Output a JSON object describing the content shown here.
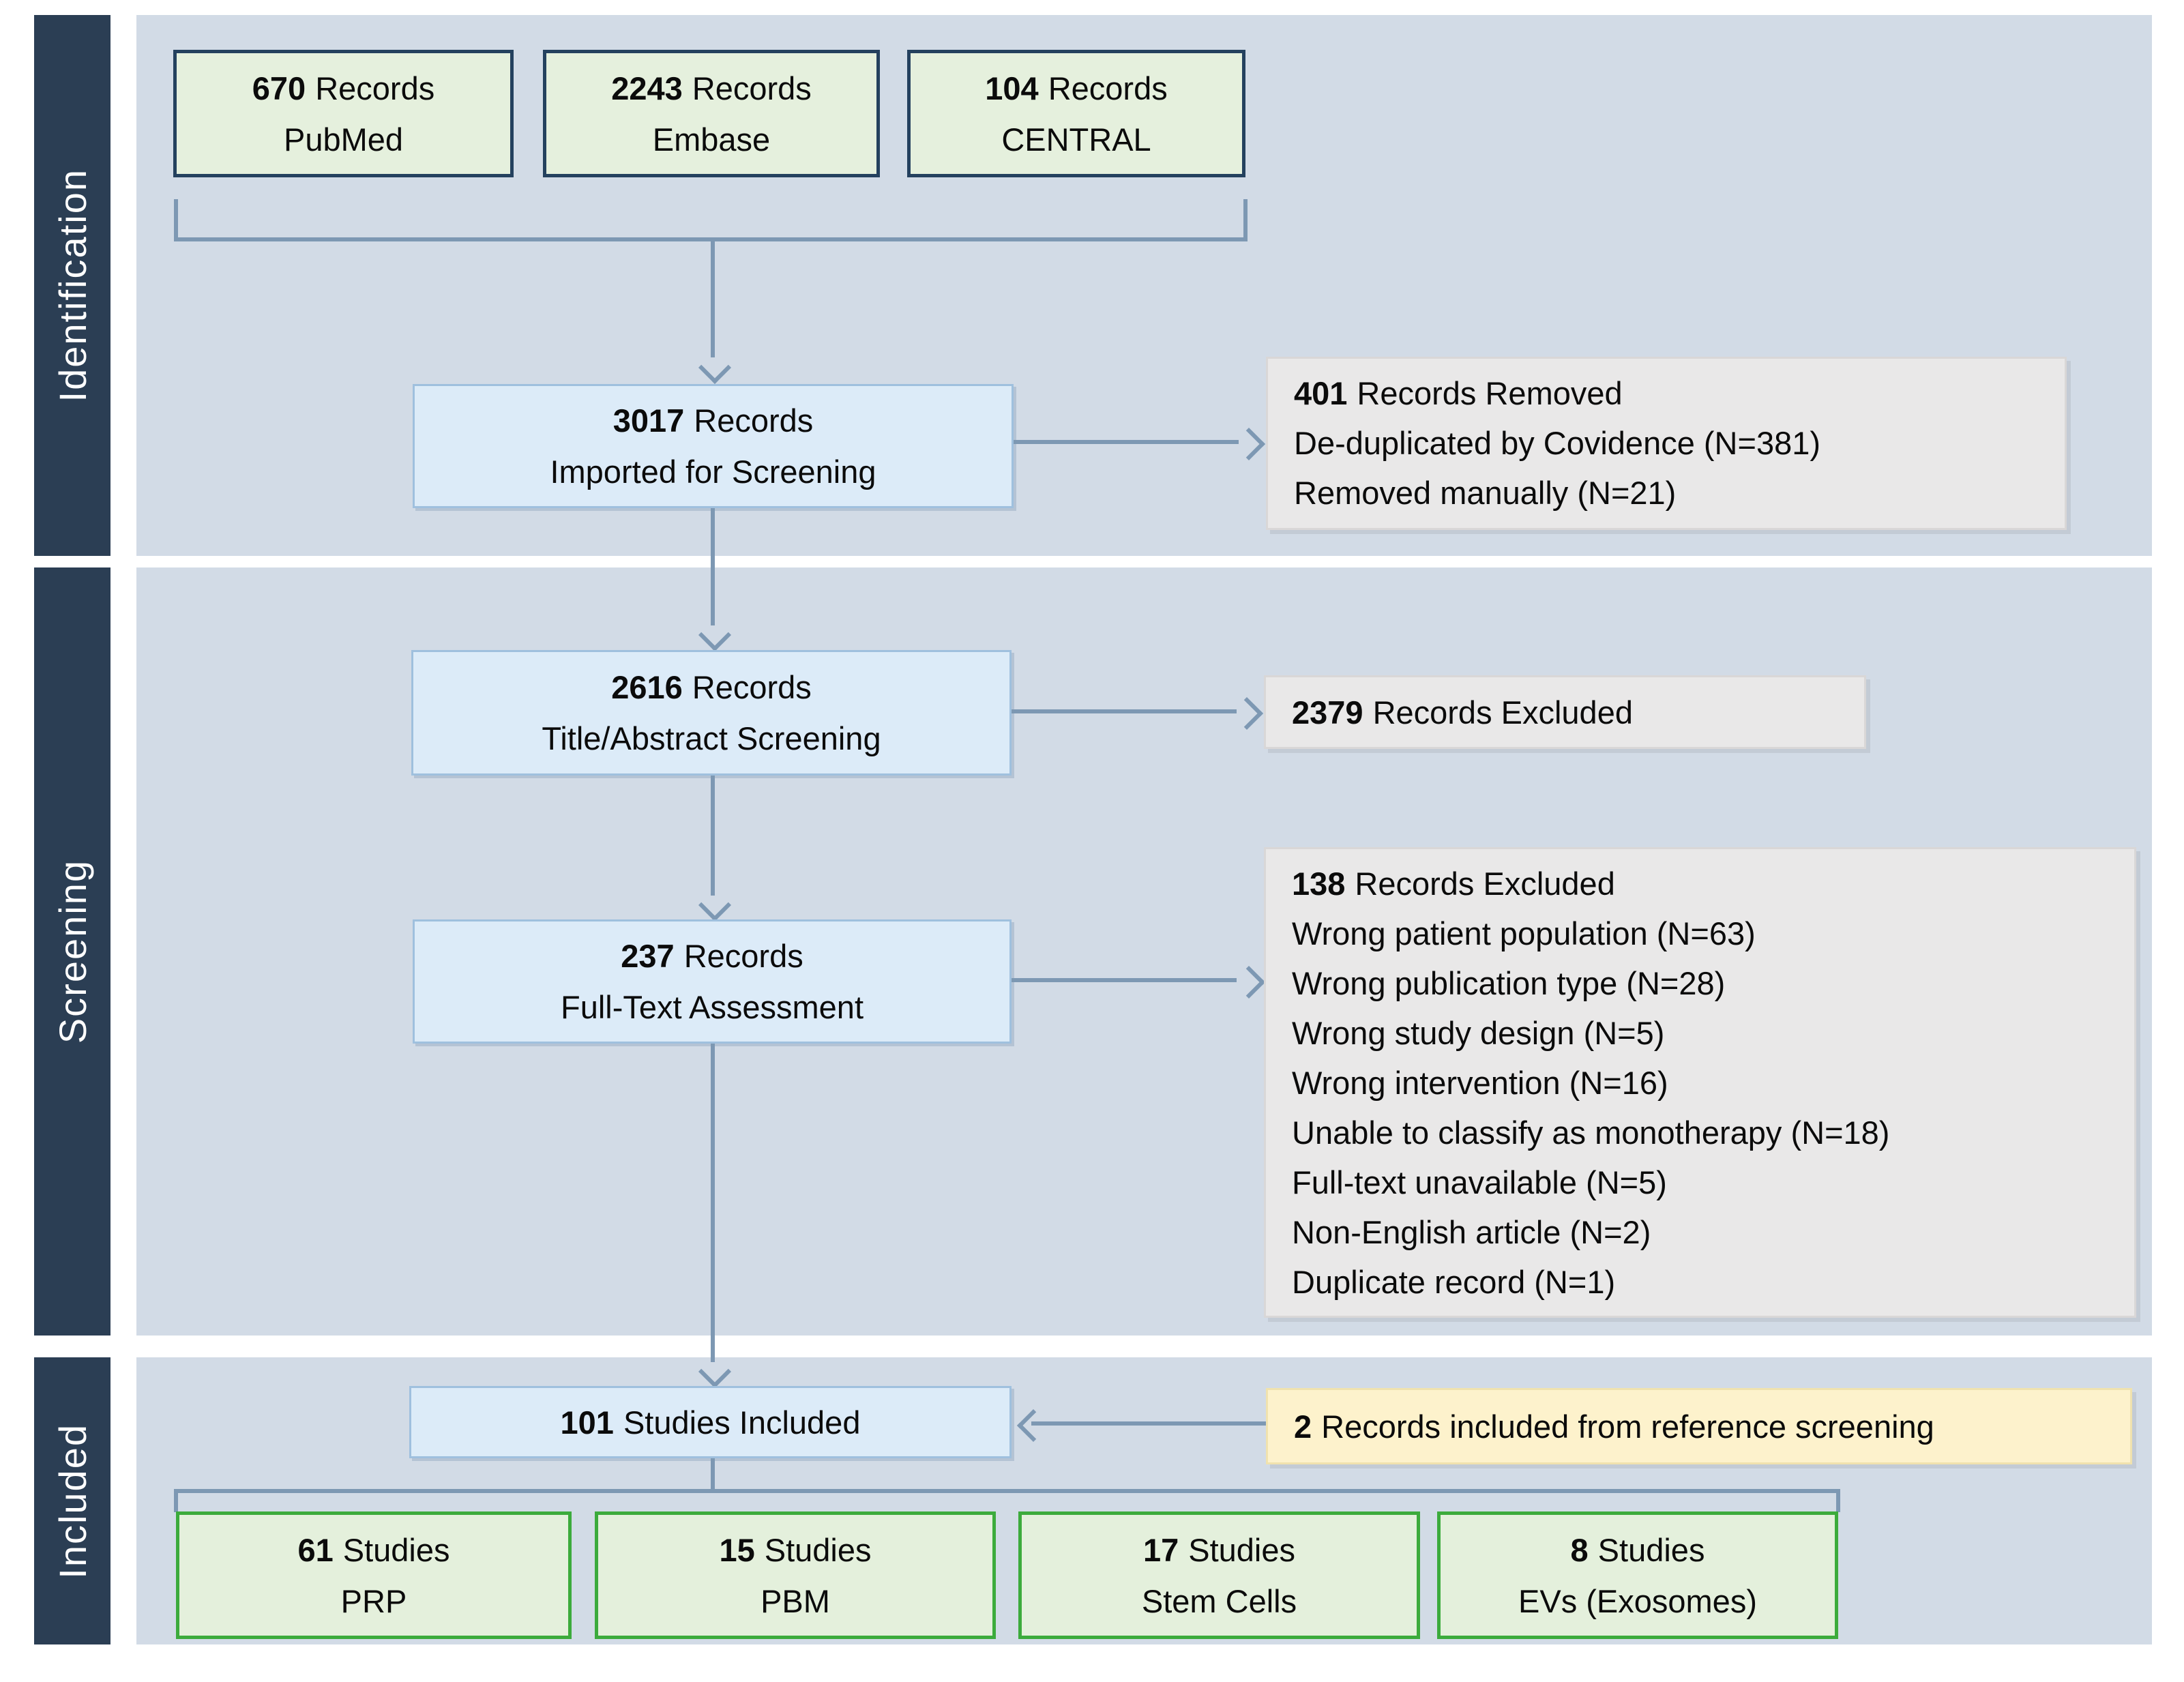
{
  "side_labels": {
    "identification": "Identification",
    "screening": "Screening",
    "included": "Included"
  },
  "sources": [
    {
      "count": "670",
      "unit": "Records",
      "name": "PubMed"
    },
    {
      "count": "2243",
      "unit": "Records",
      "name": "Embase"
    },
    {
      "count": "104",
      "unit": "Records",
      "name": "CENTRAL"
    }
  ],
  "imported": {
    "count": "3017",
    "unit": "Records",
    "label": "Imported for Screening"
  },
  "removed": {
    "count": "401",
    "title": "Records Removed",
    "reasons": [
      "De-duplicated by Covidence (N=381)",
      "Removed manually (N=21)"
    ]
  },
  "title_abstract": {
    "count": "2616",
    "unit": "Records",
    "label": "Title/Abstract Screening"
  },
  "excluded_title_abstract": {
    "count": "2379",
    "title": "Records Excluded"
  },
  "full_text": {
    "count": "237",
    "unit": "Records",
    "label": "Full-Text Assessment"
  },
  "excluded_full_text": {
    "count": "138",
    "title": "Records Excluded",
    "reasons": [
      "Wrong patient population (N=63)",
      "Wrong publication type (N=28)",
      "Wrong study design (N=5)",
      "Wrong intervention (N=16)",
      "Unable to classify as monotherapy (N=18)",
      "Full-text unavailable (N=5)",
      "Non-English article (N=2)",
      "Duplicate record (N=1)"
    ]
  },
  "included_studies": {
    "count": "101",
    "title": "Studies Included"
  },
  "reference_screening": {
    "count": "2",
    "title": "Records included from reference screening"
  },
  "final_groups": [
    {
      "count": "61",
      "unit": "Studies",
      "name": "PRP"
    },
    {
      "count": "15",
      "unit": "Studies",
      "name": "PBM"
    },
    {
      "count": "17",
      "unit": "Studies",
      "name": "Stem Cells"
    },
    {
      "count": "8",
      "unit": "Studies",
      "name": "EVs (Exosomes)"
    }
  ],
  "colors": {
    "panel_bg": "#d2dbe6",
    "sidebar_bg": "#2b3e54",
    "source_box_fill": "#e5f0dd",
    "source_box_border": "#24415e",
    "process_box_fill": "#dcebf8",
    "process_box_border": "#9fc0de",
    "note_box_fill": "#e9e8e8",
    "note_box_border": "#d9d7d7",
    "reference_box_fill": "#fdf2cc",
    "reference_box_border": "#f0e2ae",
    "final_box_fill": "#e4f0dc",
    "final_box_border": "#3cab3c",
    "connector": "#7d98b3"
  }
}
